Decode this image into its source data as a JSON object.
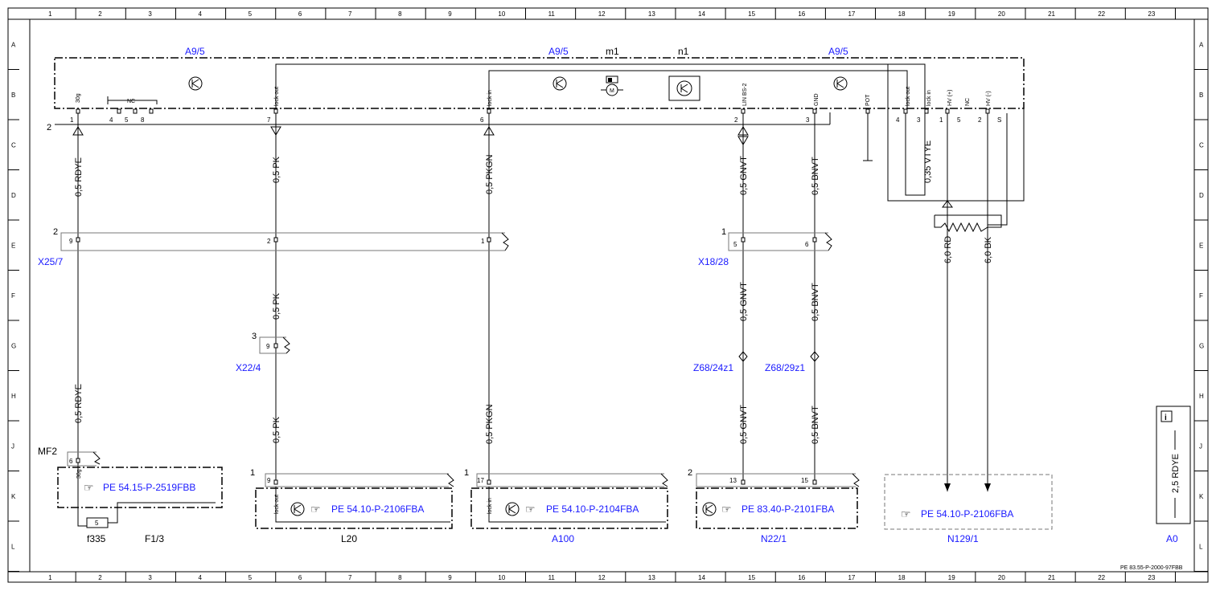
{
  "sheet": {
    "columns": [
      "1",
      "2",
      "3",
      "4",
      "5",
      "6",
      "7",
      "8",
      "9",
      "10",
      "11",
      "12",
      "13",
      "14",
      "15",
      "16",
      "17",
      "18",
      "19",
      "20",
      "21",
      "22",
      "23"
    ],
    "rows": [
      "A",
      "B",
      "C",
      "D",
      "E",
      "F",
      "G",
      "H",
      "J",
      "K",
      "L"
    ],
    "doc_code": "PE 83.55-P-2000-97FBB"
  },
  "components": {
    "a95_left": "A9/5",
    "a95_mid": "A9/5",
    "a95_right": "A9/5",
    "m1": "m1",
    "n1": "n1",
    "x25_7": "X25/7",
    "x18_28": "X18/28",
    "x22_4": "X22/4",
    "z68_24z1": "Z68/24z1",
    "z68_29z1": "Z68/29z1",
    "mf2": "MF2",
    "f335": "f335",
    "f1_3": "F1/3",
    "l20": "L20",
    "a100": "A100",
    "n22_1": "N22/1",
    "n129_1": "N129/1",
    "a0": "A0"
  },
  "module_pins": {
    "p30g": "30g",
    "nc": "NC",
    "lockout": "lock out",
    "lockin": "lock in",
    "linbs2": "LIN BS-2",
    "gnd": "GND",
    "pot": "POT",
    "lockout2": "lock out",
    "lockin2": "lock in",
    "hvplus": "HV (+)",
    "nc2": "NC",
    "hvminus": "HV (-)"
  },
  "pin_numbers": {
    "n1": "1",
    "n4": "4",
    "n5": "5",
    "n8": "8",
    "n7": "7",
    "n6": "6",
    "n2": "2",
    "n3": "3",
    "r4": "4",
    "r3": "3",
    "r1": "1",
    "r5": "5",
    "r2": "2",
    "rs": "S",
    "bus2": "2"
  },
  "wires": {
    "w1a": "0,5 RDYE",
    "w1b": "0,5 RDYE",
    "w2a": "0,5 PK",
    "w2b": "0,5 PK",
    "w2c": "0,5 PK",
    "w3a": "0,5 PKGN",
    "w3b": "0,5 PKGN",
    "w4a": "0,5 GNVT",
    "w4b": "0,5 GNVT",
    "w4c": "0,5 GNVT",
    "w5a": "0,5 BNVT",
    "w5b": "0,5 BNVT",
    "w5c": "0,5 BNVT",
    "w6": "0,35 VTYE",
    "w7": "6,0 RD",
    "w8": "6,0 BK",
    "w9": "2,5 RDYE"
  },
  "connectors": {
    "x25_num": "2",
    "x25_p9": "9",
    "x25_p2": "2",
    "x25_p1": "1",
    "x18_num": "1",
    "x18_p5": "5",
    "x18_p6": "6",
    "x22_num": "3",
    "x22_p9": "9",
    "mf2_p6": "6",
    "mf2_30g": "30g",
    "fuse5": "5",
    "l20_num": "1",
    "l20_p9": "9",
    "l20_pin": "lock out",
    "a100_num": "1",
    "a100_p17": "17",
    "a100_pin": "lock in",
    "n22_num": "2",
    "n22_p13": "13",
    "n22_p15": "15"
  },
  "references": {
    "mf2": "PE 54.15-P-2519FBB",
    "l20": "PE 54.10-P-2106FBA",
    "a100": "PE 54.10-P-2104FBA",
    "n22": "PE 83.40-P-2101FBA",
    "n129": "PE 54.10-P-2106FBA"
  },
  "icons": {
    "info": "i",
    "hand": "☞",
    "motor": "M"
  },
  "colors": {
    "line": "#000000",
    "label": "#1a1aff",
    "frame": "#7a7a7a"
  }
}
